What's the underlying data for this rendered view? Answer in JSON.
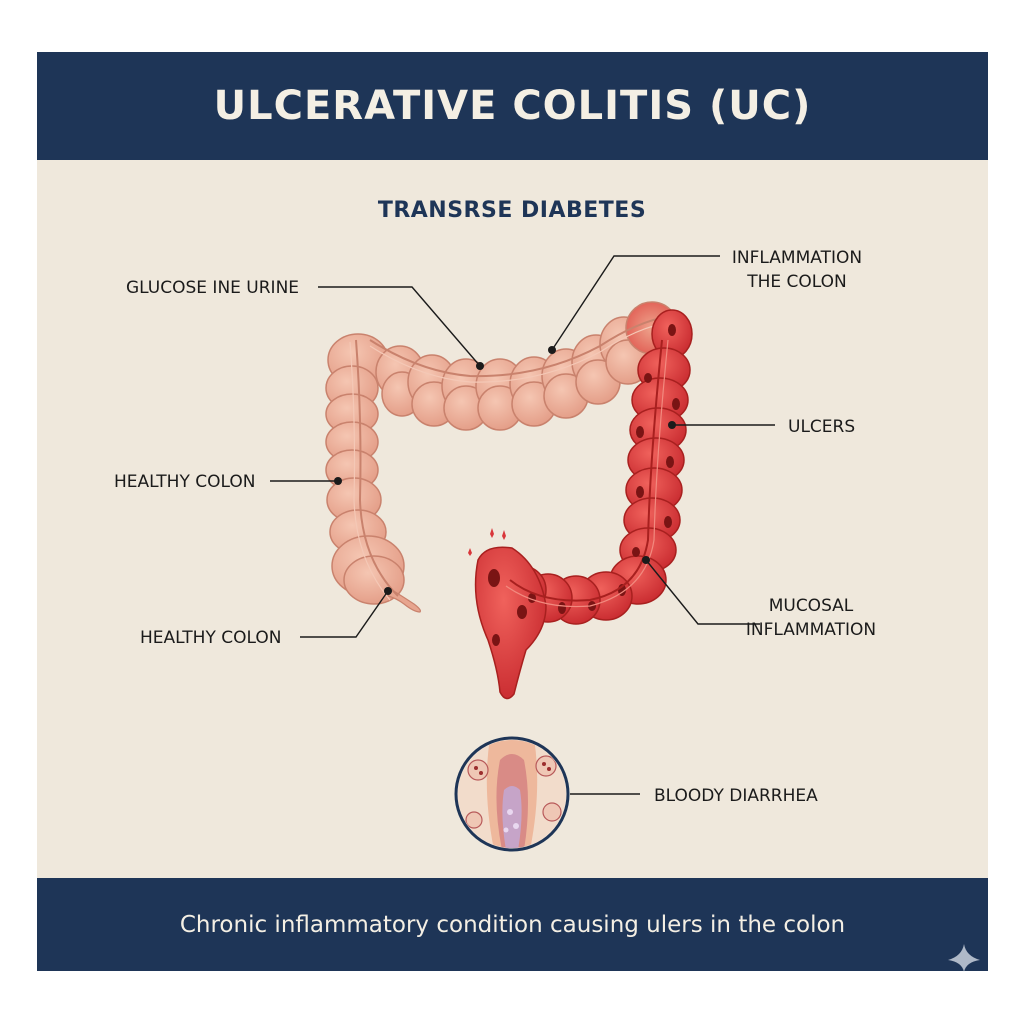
{
  "title": "ULCERATIVE COLITIS (UC)",
  "subtitle": "TRANSRSE DIABETES",
  "footer": "Chronic inflammatory condition causing ulers in the colon",
  "labels": {
    "glucose_urine": "GLUCOSE INE URINE",
    "inflammation_line1": "INFLAMMATION",
    "inflammation_line2": "THE COLON",
    "ulcers": "ULCERS",
    "healthy_colon_1": "HEALTHY COLON",
    "healthy_colon_2": "HEALTHY COLON",
    "mucosal_line1": "MUCOSAL",
    "mucosal_line2": "INFLAMMATION",
    "bloody_diarrhea": "BLOODY DIARRHEA"
  },
  "colors": {
    "navy": "#1e3557",
    "background": "#efe8dc",
    "healthy_tissue": "#ecac96",
    "inflamed_tissue": "#d9363a"
  },
  "icons": [
    "healthy-colon-illustration",
    "inflamed-colon-illustration",
    "tissue-cross-section-icon",
    "sparkle-icon"
  ]
}
